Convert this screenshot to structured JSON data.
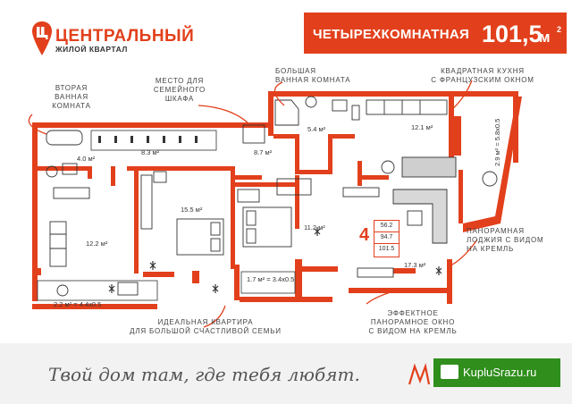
{
  "brand": {
    "title": "ЦЕНТРАЛЬНЫЙ",
    "subtitle": "ЖИЛОЙ КВАРТАЛ"
  },
  "headline": {
    "text": "ЧЕТЫРЕХКОМНАТНАЯ",
    "area": "101,5",
    "unit": "м",
    "sup": "2"
  },
  "callouts": {
    "second_bath": [
      "ВТОРАЯ",
      "ВАННАЯ",
      "КОМНАТА"
    ],
    "wardrobe": [
      "МЕСТО ДЛЯ",
      "СЕМЕЙНОГО",
      "ШКАФА"
    ],
    "big_bath": [
      "БОЛЬШАЯ",
      "ВАННАЯ КОМНАТА"
    ],
    "kitchen": [
      "КВАДРАТНАЯ КУХНЯ",
      "С ФРАНЦУЗСКИМ ОКНОМ"
    ],
    "loggia": [
      "ПАНОРАМНАЯ",
      "ЛОДЖИЯ С ВИДОМ",
      "НА КРЕМЛЬ"
    ],
    "window": [
      "ЭФФЕКТНОЕ",
      "ПАНОРАМНОЕ ОКНО",
      "С ВИДОМ НА КРЕМЛЬ"
    ],
    "ideal": [
      "ИДЕАЛЬНАЯ КВАРТИРА",
      "ДЛЯ БОЛЬШОЙ СЧАСТЛИВОЙ СЕМЬИ"
    ]
  },
  "rooms": {
    "bath2": "4.0 м²",
    "corridor_top": "8.3 м²",
    "hall": "8.7 м²",
    "bath_big": "5.4 м²",
    "kitchen": "12.1 м²",
    "bedroom_left": "12.2 м²",
    "bedroom_main": "15.5 м²",
    "bedroom_small": "11.2 м²",
    "living": "17.3 м²",
    "balcony_left": "2.2 м² = 4.4x0.5",
    "balcony_mid": "1.7 м² = 3.4x0.5",
    "loggia_side": "2.9 м² = 5.8x0.5"
  },
  "room_count": {
    "number": "4",
    "values": [
      "56.2",
      "94.7",
      "101.5"
    ]
  },
  "footer": {
    "slogan": "Твой дом там, где тебя любят.",
    "watermark_badge": "KupluSrazu.ru"
  },
  "colors": {
    "accent": "#e2401c",
    "green_badge": "#2f8e1c"
  }
}
